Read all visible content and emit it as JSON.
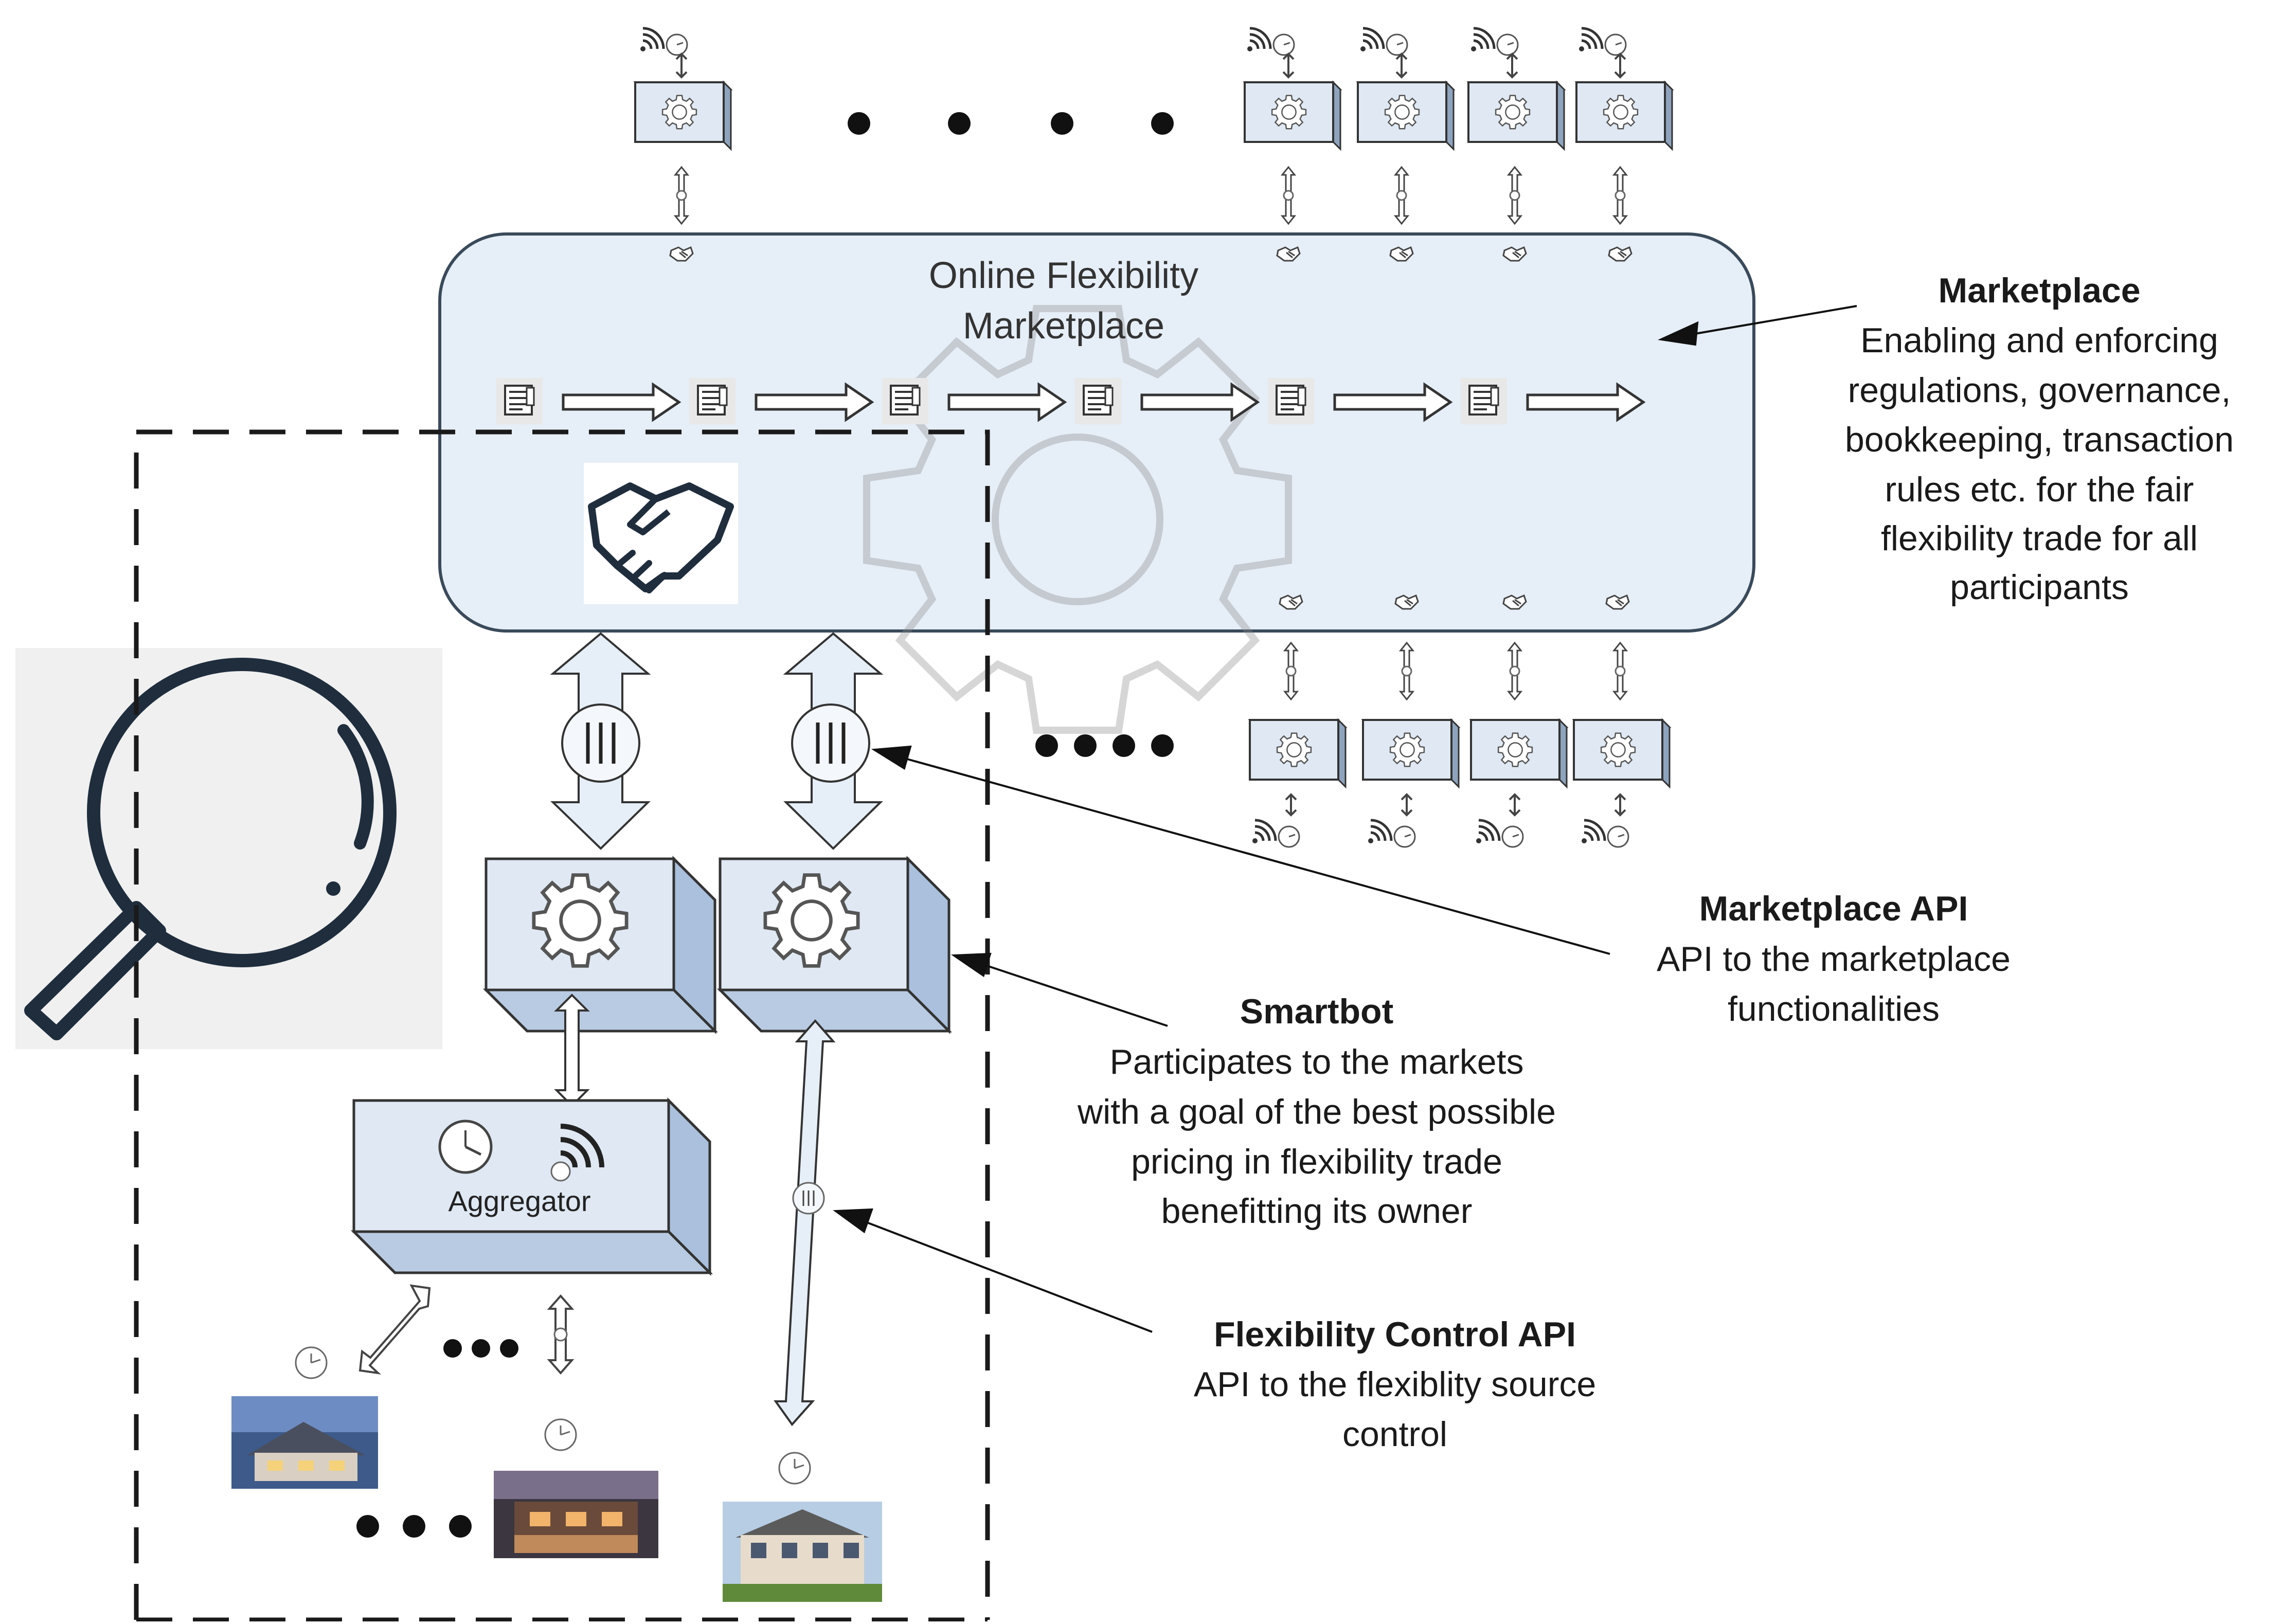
{
  "marketplace_box": {
    "title_line1": "Online Flexibility",
    "title_line2": "Marketplace"
  },
  "aggregator": {
    "label": "Aggregator"
  },
  "annotations": {
    "marketplace": {
      "title": "Marketplace",
      "lines": [
        "Enabling and enforcing",
        "regulations, governance,",
        "bookkeeping, transaction",
        "rules etc. for the fair",
        "flexibility trade for all",
        "participants"
      ]
    },
    "marketplace_api": {
      "title": "Marketplace API",
      "lines": [
        "API to the marketplace",
        "functionalities"
      ]
    },
    "smartbot": {
      "title": "Smartbot",
      "lines": [
        "Participates to the markets",
        "with a goal of the best possible",
        "pricing in flexibility trade",
        "benefitting its owner"
      ]
    },
    "flexibility_control_api": {
      "title": "Flexibility Control API",
      "lines": [
        "API to the flexiblity source",
        "control"
      ]
    }
  },
  "icons": {
    "magnifier": "magnifier-icon",
    "handshake": "handshake-icon",
    "gear": "gear-icon",
    "ledger": "ledger-icon",
    "meter": "meter-icon",
    "signal": "signal-icon",
    "house": "house-icon"
  },
  "colors": {
    "box_fill": "#e6eef7",
    "box_stroke": "#3a4a5a",
    "cube_front": "#dfe8f3",
    "cube_side": "#b9cbe2",
    "cube_top": "#c9d8ea",
    "icon_dark": "#1f2d3d",
    "panel_gray": "#f0f0f0"
  }
}
